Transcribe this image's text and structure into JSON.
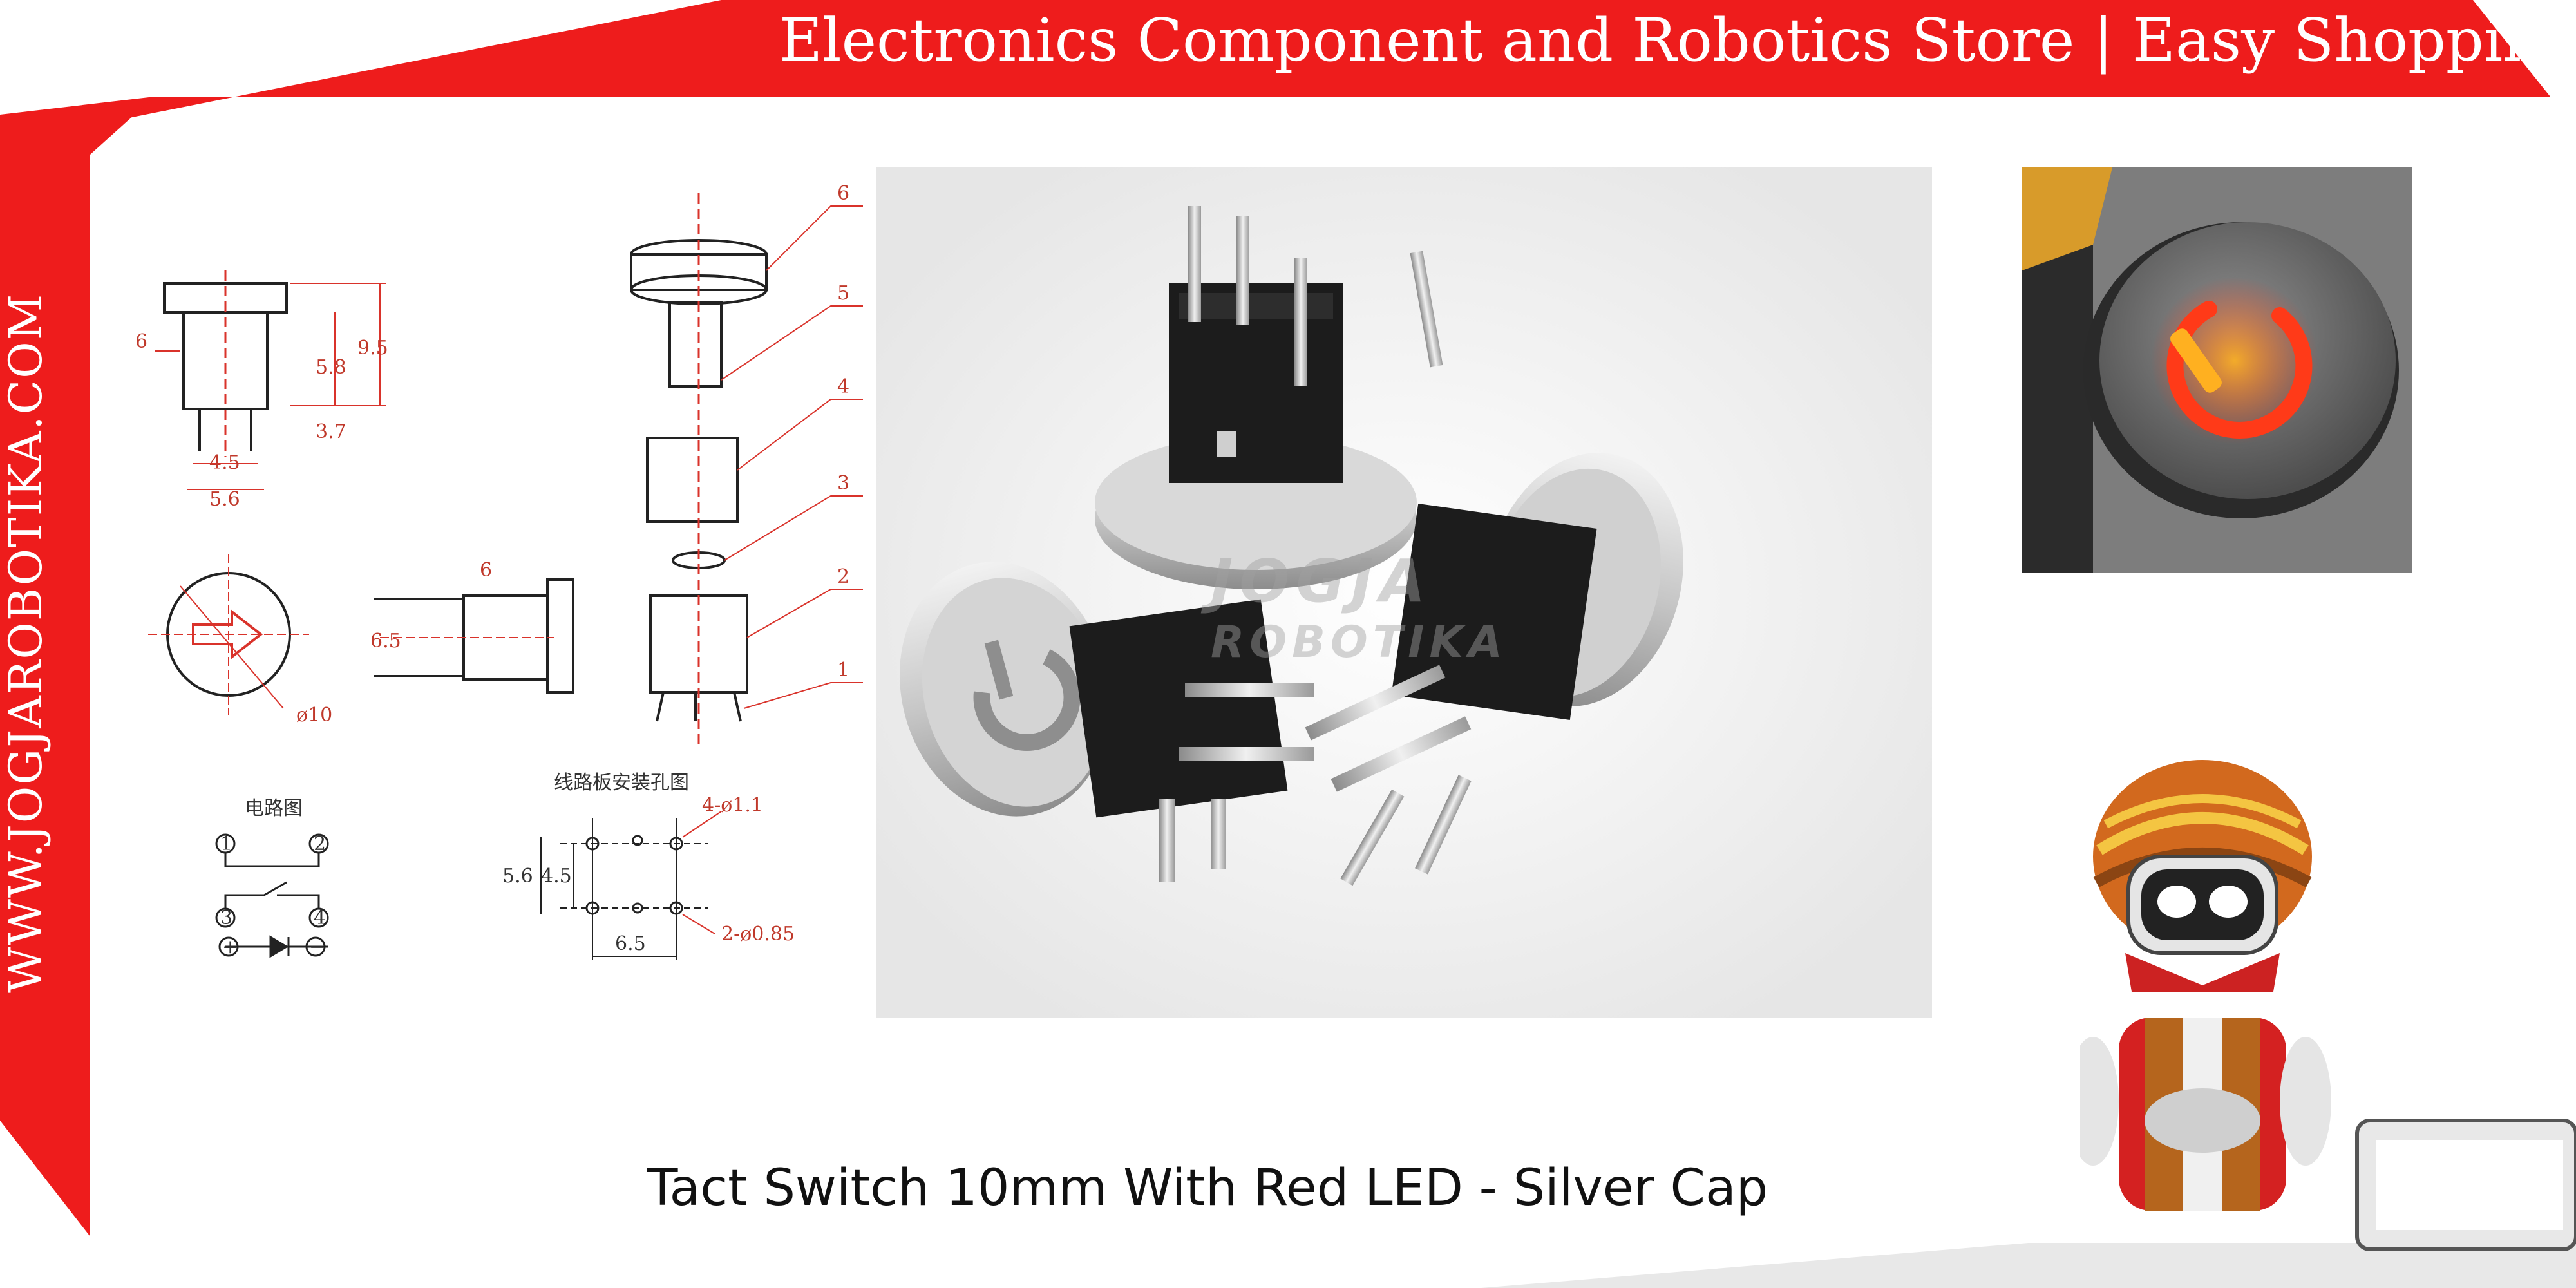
{
  "banner": {
    "text": "Electronics Component and Robotics Store | Easy Shopping"
  },
  "side": {
    "url": "WWW.JOGJAROBOTIKA.COM"
  },
  "product": {
    "title": "Tact Switch 10mm With Red LED - Silver Cap"
  },
  "watermark": {
    "line1": "JOGJA",
    "line2": "ROBOTIKA"
  },
  "diagram": {
    "dims": {
      "d6": "6",
      "d9_5": "9.5",
      "d5_8": "5.8",
      "d3_7": "3.7",
      "d4_5": "4.5",
      "d5_6": "5.6",
      "d6_5": "6.5",
      "d6_top": "6",
      "dia10": "ø10"
    },
    "parts": [
      "6",
      "5",
      "4",
      "3",
      "2",
      "1"
    ],
    "circuit_title": "电路图",
    "pins": [
      "1",
      "2",
      "3",
      "4"
    ],
    "plus": "+",
    "minus": "−",
    "pcb_title": "线路板安装孔图",
    "pcb": {
      "holes4": "4-ø1.1",
      "holes2": "2-ø0.85",
      "h5_6": "5.6",
      "h4_5": "4.5",
      "w6_5": "6.5"
    }
  },
  "colors": {
    "brand_red": "#ee1c1c",
    "dim_red": "#d9332b",
    "led_red": "#ff2a10"
  }
}
